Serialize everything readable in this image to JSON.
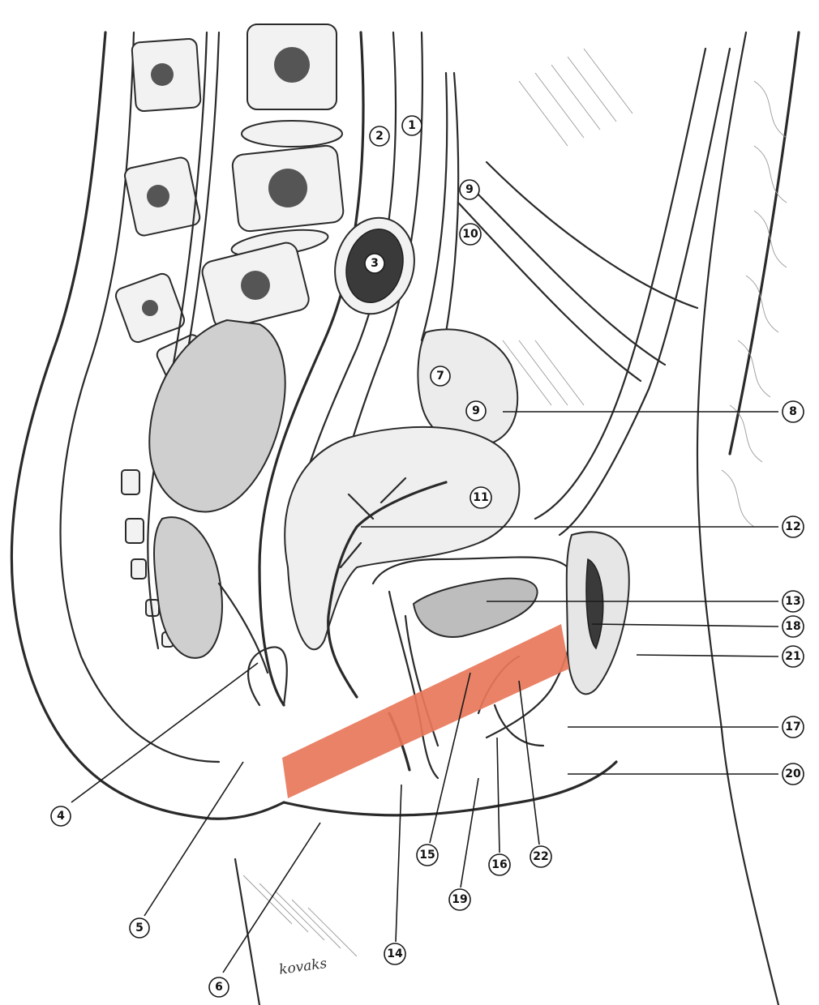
{
  "labels": {
    "l1": "1",
    "l2": "2",
    "l3": "3",
    "l4": "4",
    "l5": "5",
    "l6": "6",
    "l7": "7",
    "l8": "8",
    "l9a": "9",
    "l9b": "9",
    "l10": "10",
    "l11": "11",
    "l12": "12",
    "l13": "13",
    "l14": "14",
    "l15": "15",
    "l16": "16",
    "l17": "17",
    "l18": "18",
    "l19": "19",
    "l20": "20",
    "l21": "21",
    "l22": "22"
  },
  "signature": "kovaks",
  "colors": {
    "highlight_band": "#e8775a",
    "ink": "#2a2a2a"
  }
}
